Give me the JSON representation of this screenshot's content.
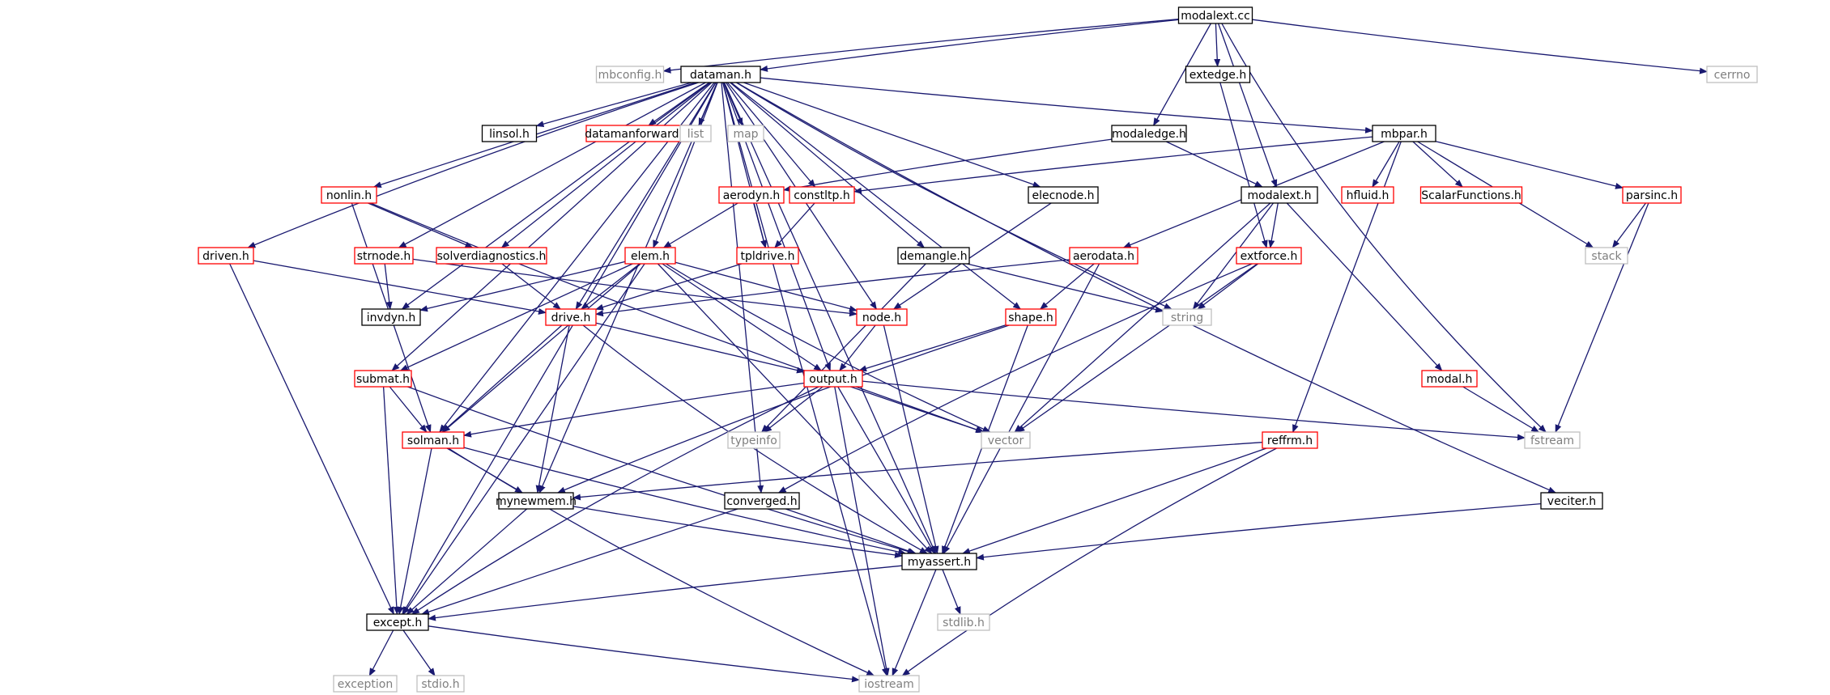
{
  "diagram": {
    "type": "include-dependency-graph",
    "colors": {
      "edge": "#191970",
      "root_fill": "#bfbfbf",
      "documented_border": "#000000",
      "incomplete_border": "#ff0000",
      "external_border": "#bfbfbf",
      "external_text": "#7f7f7f",
      "text": "#000000"
    },
    "nodes": [
      {
        "id": "modalext_cc",
        "label": "modalext.cc",
        "kind": "root"
      },
      {
        "id": "mbconfig_h",
        "label": "mbconfig.h",
        "kind": "external"
      },
      {
        "id": "dataman_h",
        "label": "dataman.h",
        "kind": "documented"
      },
      {
        "id": "extedge_h",
        "label": "extedge.h",
        "kind": "documented"
      },
      {
        "id": "cerrno",
        "label": "cerrno",
        "kind": "external"
      },
      {
        "id": "linsol_h",
        "label": "linsol.h",
        "kind": "documented"
      },
      {
        "id": "datamanforward_h",
        "label": "datamanforward.h",
        "kind": "incomplete"
      },
      {
        "id": "list",
        "label": "list",
        "kind": "external"
      },
      {
        "id": "map",
        "label": "map",
        "kind": "external"
      },
      {
        "id": "modaledge_h",
        "label": "modaledge.h",
        "kind": "documented"
      },
      {
        "id": "mbpar_h",
        "label": "mbpar.h",
        "kind": "documented"
      },
      {
        "id": "nonlin_h",
        "label": "nonlin.h",
        "kind": "incomplete"
      },
      {
        "id": "aerodyn_h",
        "label": "aerodyn.h",
        "kind": "incomplete"
      },
      {
        "id": "constltp_h",
        "label": "constltp.h",
        "kind": "incomplete"
      },
      {
        "id": "elecnode_h",
        "label": "elecnode.h",
        "kind": "documented"
      },
      {
        "id": "modalext_h",
        "label": "modalext.h",
        "kind": "documented"
      },
      {
        "id": "hfluid_h",
        "label": "hfluid.h",
        "kind": "incomplete"
      },
      {
        "id": "scalarfunctions_h",
        "label": "ScalarFunctions.h",
        "kind": "incomplete"
      },
      {
        "id": "parsinc_h",
        "label": "parsinc.h",
        "kind": "incomplete"
      },
      {
        "id": "driven_h",
        "label": "driven.h",
        "kind": "incomplete"
      },
      {
        "id": "strnode_h",
        "label": "strnode.h",
        "kind": "incomplete"
      },
      {
        "id": "solverdiagnostics_h",
        "label": "solverdiagnostics.h",
        "kind": "incomplete"
      },
      {
        "id": "elem_h",
        "label": "elem.h",
        "kind": "incomplete"
      },
      {
        "id": "tpldrive_h",
        "label": "tpldrive.h",
        "kind": "incomplete"
      },
      {
        "id": "demangle_h",
        "label": "demangle.h",
        "kind": "documented"
      },
      {
        "id": "aerodata_h",
        "label": "aerodata.h",
        "kind": "incomplete"
      },
      {
        "id": "extforce_h",
        "label": "extforce.h",
        "kind": "incomplete"
      },
      {
        "id": "stack",
        "label": "stack",
        "kind": "external"
      },
      {
        "id": "invdyn_h",
        "label": "invdyn.h",
        "kind": "documented"
      },
      {
        "id": "drive_h",
        "label": "drive.h",
        "kind": "incomplete"
      },
      {
        "id": "node_h",
        "label": "node.h",
        "kind": "incomplete"
      },
      {
        "id": "shape_h",
        "label": "shape.h",
        "kind": "incomplete"
      },
      {
        "id": "string",
        "label": "string",
        "kind": "external"
      },
      {
        "id": "submat_h",
        "label": "submat.h",
        "kind": "incomplete"
      },
      {
        "id": "output_h",
        "label": "output.h",
        "kind": "incomplete"
      },
      {
        "id": "modal_h",
        "label": "modal.h",
        "kind": "incomplete"
      },
      {
        "id": "solman_h",
        "label": "solman.h",
        "kind": "incomplete"
      },
      {
        "id": "typeinfo",
        "label": "typeinfo",
        "kind": "external"
      },
      {
        "id": "vector",
        "label": "vector",
        "kind": "external"
      },
      {
        "id": "fstream",
        "label": "fstream",
        "kind": "external"
      },
      {
        "id": "reffrm_h",
        "label": "reffrm.h",
        "kind": "incomplete"
      },
      {
        "id": "mynewmem_h",
        "label": "mynewmem.h",
        "kind": "documented"
      },
      {
        "id": "converged_h",
        "label": "converged.h",
        "kind": "documented"
      },
      {
        "id": "veciter_h",
        "label": "veciter.h",
        "kind": "documented"
      },
      {
        "id": "myassert_h",
        "label": "myassert.h",
        "kind": "documented"
      },
      {
        "id": "stdlib_h",
        "label": "stdlib.h",
        "kind": "external"
      },
      {
        "id": "except_h",
        "label": "except.h",
        "kind": "documented"
      },
      {
        "id": "exception",
        "label": "exception",
        "kind": "external"
      },
      {
        "id": "stdio_h",
        "label": "stdio.h",
        "kind": "external"
      },
      {
        "id": "iostream",
        "label": "iostream",
        "kind": "external"
      }
    ],
    "edges": [
      [
        "modalext_cc",
        "mbconfig_h"
      ],
      [
        "modalext_cc",
        "dataman_h"
      ],
      [
        "modalext_cc",
        "extedge_h"
      ],
      [
        "modalext_cc",
        "cerrno"
      ],
      [
        "modalext_cc",
        "modaledge_h"
      ],
      [
        "modalext_cc",
        "modalext_h"
      ],
      [
        "modalext_cc",
        "fstream"
      ],
      [
        "dataman_h",
        "linsol_h"
      ],
      [
        "dataman_h",
        "datamanforward_h"
      ],
      [
        "dataman_h",
        "list"
      ],
      [
        "dataman_h",
        "map"
      ],
      [
        "dataman_h",
        "mbpar_h"
      ],
      [
        "dataman_h",
        "nonlin_h"
      ],
      [
        "dataman_h",
        "constltp_h"
      ],
      [
        "dataman_h",
        "elecnode_h"
      ],
      [
        "dataman_h",
        "driven_h"
      ],
      [
        "dataman_h",
        "strnode_h"
      ],
      [
        "dataman_h",
        "solverdiagnostics_h"
      ],
      [
        "dataman_h",
        "elem_h"
      ],
      [
        "dataman_h",
        "tpldrive_h"
      ],
      [
        "dataman_h",
        "demangle_h"
      ],
      [
        "dataman_h",
        "invdyn_h"
      ],
      [
        "dataman_h",
        "drive_h"
      ],
      [
        "dataman_h",
        "node_h"
      ],
      [
        "dataman_h",
        "shape_h"
      ],
      [
        "dataman_h",
        "string"
      ],
      [
        "dataman_h",
        "submat_h"
      ],
      [
        "dataman_h",
        "output_h"
      ],
      [
        "dataman_h",
        "solman_h"
      ],
      [
        "dataman_h",
        "mynewmem_h"
      ],
      [
        "dataman_h",
        "converged_h"
      ],
      [
        "dataman_h",
        "veciter_h"
      ],
      [
        "dataman_h",
        "myassert_h"
      ],
      [
        "dataman_h",
        "except_h"
      ],
      [
        "dataman_h",
        "iostream"
      ],
      [
        "extedge_h",
        "extforce_h"
      ],
      [
        "modaledge_h",
        "aerodyn_h"
      ],
      [
        "modaledge_h",
        "modalext_h"
      ],
      [
        "mbpar_h",
        "constltp_h"
      ],
      [
        "mbpar_h",
        "hfluid_h"
      ],
      [
        "mbpar_h",
        "scalarfunctions_h"
      ],
      [
        "mbpar_h",
        "parsinc_h"
      ],
      [
        "mbpar_h",
        "aerodata_h"
      ],
      [
        "mbpar_h",
        "stack"
      ],
      [
        "mbpar_h",
        "reffrm_h"
      ],
      [
        "nonlin_h",
        "solverdiagnostics_h"
      ],
      [
        "nonlin_h",
        "solman_h"
      ],
      [
        "nonlin_h",
        "vector"
      ],
      [
        "aerodyn_h",
        "elem_h"
      ],
      [
        "aerodyn_h",
        "tpldrive_h"
      ],
      [
        "constltp_h",
        "tpldrive_h"
      ],
      [
        "elecnode_h",
        "node_h"
      ],
      [
        "modalext_h",
        "extforce_h"
      ],
      [
        "modalext_h",
        "string"
      ],
      [
        "modalext_h",
        "modal_h"
      ],
      [
        "modalext_h",
        "vector"
      ],
      [
        "parsinc_h",
        "stack"
      ],
      [
        "parsinc_h",
        "fstream"
      ],
      [
        "driven_h",
        "drive_h"
      ],
      [
        "driven_h",
        "except_h"
      ],
      [
        "strnode_h",
        "invdyn_h"
      ],
      [
        "strnode_h",
        "node_h"
      ],
      [
        "solverdiagnostics_h",
        "drive_h"
      ],
      [
        "elem_h",
        "invdyn_h"
      ],
      [
        "elem_h",
        "drive_h"
      ],
      [
        "elem_h",
        "node_h"
      ],
      [
        "elem_h",
        "submat_h"
      ],
      [
        "elem_h",
        "output_h"
      ],
      [
        "elem_h",
        "solman_h"
      ],
      [
        "elem_h",
        "vector"
      ],
      [
        "elem_h",
        "myassert_h"
      ],
      [
        "elem_h",
        "except_h"
      ],
      [
        "tpldrive_h",
        "drive_h"
      ],
      [
        "demangle_h",
        "string"
      ],
      [
        "demangle_h",
        "typeinfo"
      ],
      [
        "aerodata_h",
        "shape_h"
      ],
      [
        "aerodata_h",
        "drive_h"
      ],
      [
        "aerodata_h",
        "myassert_h"
      ],
      [
        "extforce_h",
        "string"
      ],
      [
        "extforce_h",
        "vector"
      ],
      [
        "extforce_h",
        "converged_h"
      ],
      [
        "drive_h",
        "output_h"
      ],
      [
        "drive_h",
        "solman_h"
      ],
      [
        "drive_h",
        "mynewmem_h"
      ],
      [
        "drive_h",
        "myassert_h"
      ],
      [
        "node_h",
        "output_h"
      ],
      [
        "node_h",
        "myassert_h"
      ],
      [
        "shape_h",
        "output_h"
      ],
      [
        "shape_h",
        "mynewmem_h"
      ],
      [
        "shape_h",
        "myassert_h"
      ],
      [
        "submat_h",
        "solman_h"
      ],
      [
        "submat_h",
        "myassert_h"
      ],
      [
        "submat_h",
        "except_h"
      ],
      [
        "output_h",
        "solman_h"
      ],
      [
        "output_h",
        "typeinfo"
      ],
      [
        "output_h",
        "vector"
      ],
      [
        "output_h",
        "fstream"
      ],
      [
        "output_h",
        "myassert_h"
      ],
      [
        "output_h",
        "except_h"
      ],
      [
        "output_h",
        "iostream"
      ],
      [
        "modal_h",
        "fstream"
      ],
      [
        "solman_h",
        "mynewmem_h"
      ],
      [
        "solman_h",
        "myassert_h"
      ],
      [
        "solman_h",
        "except_h"
      ],
      [
        "solman_h",
        "iostream"
      ],
      [
        "reffrm_h",
        "mynewmem_h"
      ],
      [
        "reffrm_h",
        "myassert_h"
      ],
      [
        "reffrm_h",
        "iostream"
      ],
      [
        "mynewmem_h",
        "myassert_h"
      ],
      [
        "mynewmem_h",
        "except_h"
      ],
      [
        "converged_h",
        "myassert_h"
      ],
      [
        "converged_h",
        "except_h"
      ],
      [
        "veciter_h",
        "myassert_h"
      ],
      [
        "myassert_h",
        "stdlib_h"
      ],
      [
        "myassert_h",
        "except_h"
      ],
      [
        "myassert_h",
        "iostream"
      ],
      [
        "except_h",
        "exception"
      ],
      [
        "except_h",
        "stdio_h"
      ],
      [
        "except_h",
        "iostream"
      ]
    ]
  }
}
